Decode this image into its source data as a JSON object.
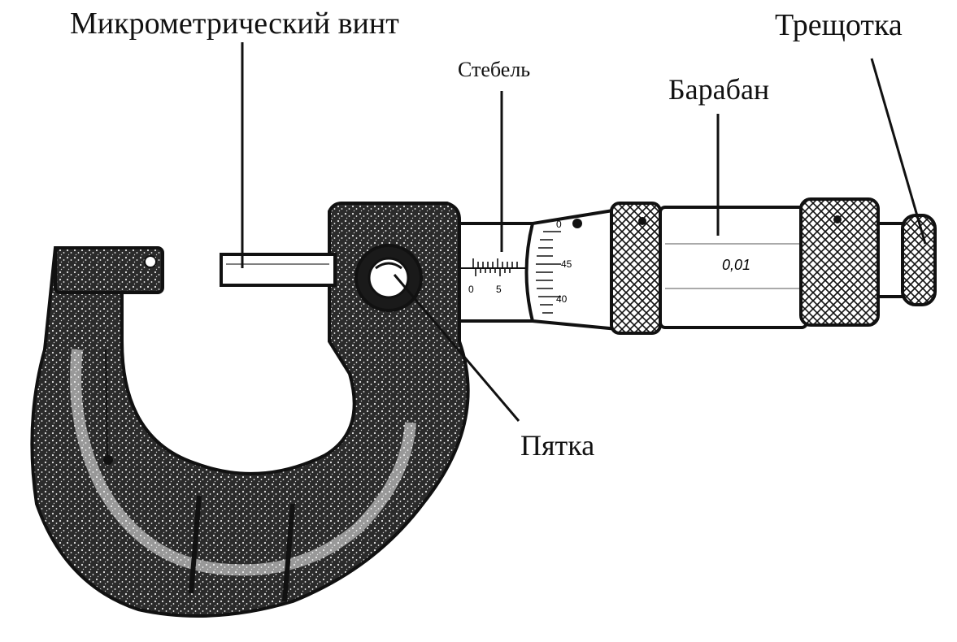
{
  "labels": {
    "micrometer_screw": "Микрометрический винт",
    "stem": "Стебель",
    "thimble": "Барабан",
    "ratchet": "Трещотка",
    "anvil": "Пятка"
  },
  "scales": {
    "sleeve_marks": [
      "0",
      "5"
    ],
    "thimble_marks": [
      "0",
      "45",
      "40"
    ],
    "division_value": "0,01"
  },
  "colors": {
    "ink": "#111111",
    "background": "#ffffff",
    "frame_fill": "#2b2b2b"
  }
}
